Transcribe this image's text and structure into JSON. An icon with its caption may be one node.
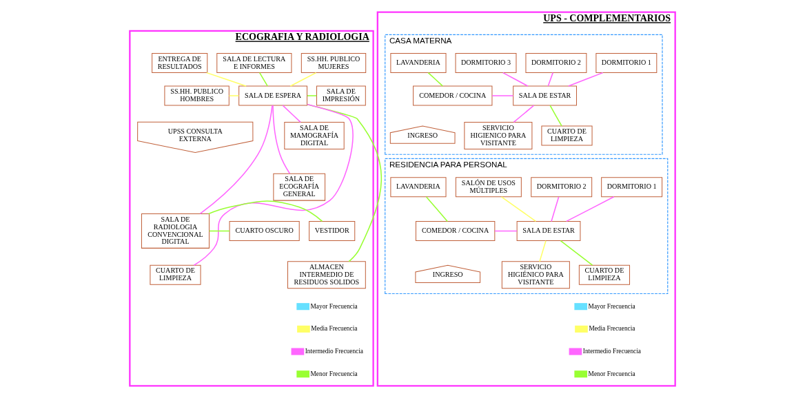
{
  "diagram": {
    "nodes": [
      {
        "text": [
          "ECOGRAFIA Y RADIOLOGIA"
        ]
      },
      {
        "text": [
          "SS.HH. PUBLICO MUJERES"
        ],
        "in": 0
      },
      {
        "text": [
          "SALA DE LECTURA E INFORMES"
        ],
        "in": 0
      },
      {
        "text": [
          "ENTREGA DE RESULTADOS"
        ],
        "in": 0
      },
      {
        "text": [
          "SS.HH. PUBLICO HOMBRES"
        ],
        "in": 0
      },
      {
        "text": [
          "SALA DE ESPERA"
        ],
        "in": 0
      },
      {
        "text": [
          "SALA DE IMPRESIÓN"
        ],
        "in": 0
      },
      {
        "text": [
          "UPSS CONSULTA EXTERNA"
        ],
        "in": 0
      },
      {
        "text": [
          "SALA DE MAMOGRAFÍA DIGITAL"
        ],
        "in": 0
      },
      {
        "text": [
          "SALA DE ECOGRAFÍA GENERAL"
        ],
        "in": 0
      },
      {
        "text": [
          "SALA DE RADIOLOGIA CONVENCIONAL DIGITAL"
        ],
        "in": 0
      },
      {
        "text": [
          "VESTIDOR"
        ],
        "in": 0
      },
      {
        "text": [
          "CUARTO OSCURO"
        ],
        "in": 0
      },
      {
        "text": [
          "ALMACEN INTERMEDIO DE RESIDUOS SOLIDOS"
        ],
        "in": 0
      },
      {
        "text": [
          "CUARTO DE LIMPIEZA"
        ],
        "in": 0
      },
      {
        "text": [
          "UPS - COMPLEMENTARIOS"
        ]
      },
      {
        "text": [
          "CASA MATERNA"
        ],
        "in": 15
      },
      {
        "text": [
          "LAVANDERIA"
        ],
        "in": 16
      },
      {
        "text": [
          "DORMITORIO 1"
        ],
        "in": 16
      },
      {
        "text": [
          "DORMITORIO 2"
        ],
        "in": 16
      },
      {
        "text": [
          "DORMITORIO 3"
        ],
        "in": 16
      },
      {
        "text": [
          "COMEDOR / COCINA"
        ],
        "in": 16
      },
      {
        "text": [
          "SALA DE ESTAR"
        ],
        "in": 16
      },
      {
        "text": [
          "CUARTO DE LIMPIEZA"
        ],
        "in": 16
      },
      {
        "text": [
          "SERVICIO HIGIENICO PARA VISITANTE"
        ],
        "in": 16
      },
      {
        "text": [
          "INGRESO"
        ],
        "in": 16
      },
      {
        "text": [
          "RESIDENCIA PARA PERSONAL"
        ],
        "in": 15
      },
      {
        "text": [
          "LAVANDERIA"
        ],
        "in": 26
      },
      {
        "text": [
          "DORMITORIO 1"
        ],
        "in": 26
      },
      {
        "text": [
          "DORMITORIO 2"
        ],
        "in": 26
      },
      {
        "text": [
          "SALÓN DE USOS MÚLTIPLES"
        ],
        "in": 26
      },
      {
        "text": [
          "COMEDOR / COCINA"
        ],
        "in": 26
      },
      {
        "text": [
          "SALA DE ESTAR"
        ],
        "in": 26
      },
      {
        "text": [
          "CUARTO DE LIMPIEZA"
        ],
        "in": 26
      },
      {
        "text": [
          "SERVICIO HIGIÉNICO PARA VISITANTE"
        ],
        "in": 26
      },
      {
        "text": [
          "INGRESO"
        ],
        "in": 26
      }
    ],
    "edges": [
      {
        "from": 1,
        "to": 5,
        "arrow": "none",
        "color": "#ffff66"
      },
      {
        "from": 2,
        "to": 5,
        "arrow": "none",
        "color": "#99ff33"
      },
      {
        "from": 3,
        "to": 5,
        "arrow": "none",
        "color": "#ffff66"
      },
      {
        "from": 4,
        "to": 5,
        "arrow": "none",
        "color": "#ffff66"
      },
      {
        "from": 5,
        "to": 6,
        "arrow": "none",
        "color": "#99ff33"
      },
      {
        "from": 5,
        "to": 8,
        "arrow": "none"
      },
      {
        "from": 5,
        "to": 9,
        "arrow": "none"
      },
      {
        "from": 5,
        "to": 10,
        "arrow": "none"
      },
      {
        "from": 5,
        "to": 14,
        "arrow": "none"
      },
      {
        "from": 5,
        "to": 13,
        "arrow": "none",
        "color": "#99ff33"
      },
      {
        "from": 10,
        "to": 11,
        "arrow": "none",
        "color": "#99ff33"
      },
      {
        "from": 10,
        "to": 12,
        "arrow": "none",
        "color": "#99ff33"
      },
      {
        "from": 17,
        "to": 21,
        "arrow": "none",
        "color": "#99ff33"
      },
      {
        "from": 18,
        "to": 22,
        "arrow": "none"
      },
      {
        "from": 19,
        "to": 22,
        "arrow": "none"
      },
      {
        "from": 20,
        "to": 22,
        "arrow": "none"
      },
      {
        "from": 21,
        "to": 22,
        "arrow": "none"
      },
      {
        "from": 22,
        "to": 23,
        "arrow": "none",
        "color": "#99ff33"
      },
      {
        "from": 22,
        "to": 24,
        "arrow": "none"
      },
      {
        "from": 27,
        "to": 31,
        "arrow": "none",
        "color": "#99ff33"
      },
      {
        "from": 28,
        "to": 32,
        "arrow": "none"
      },
      {
        "from": 29,
        "to": 32,
        "arrow": "none"
      },
      {
        "from": 30,
        "to": 32,
        "arrow": "none",
        "color": "#ffff66"
      },
      {
        "from": 31,
        "to": 32,
        "arrow": "none"
      },
      {
        "from": 32,
        "to": 33,
        "arrow": "none",
        "color": "#99ff33"
      },
      {
        "from": 32,
        "to": 34,
        "arrow": "none",
        "color": "#ffff66"
      }
    ],
    "legend": [
      {
        "text": "Mayor Frecuencia",
        "color": "#66e0ff"
      },
      {
        "text": "Media Frecuencia",
        "color": "#ffff66"
      },
      {
        "text": "Intermedio Frecuencia",
        "color": "#ff66ff"
      },
      {
        "text": "Menor Frecuencia",
        "color": "#99ff33"
      },
      {
        "text": "Mayor Frecuencia",
        "color": "#66e0ff"
      },
      {
        "text": "Media Frecuencia",
        "color": "#ffff66"
      },
      {
        "text": "Intermedio Frecuencia",
        "color": "#ff66ff"
      },
      {
        "text": "Menor Frecuencia",
        "color": "#99ff33"
      }
    ]
  }
}
